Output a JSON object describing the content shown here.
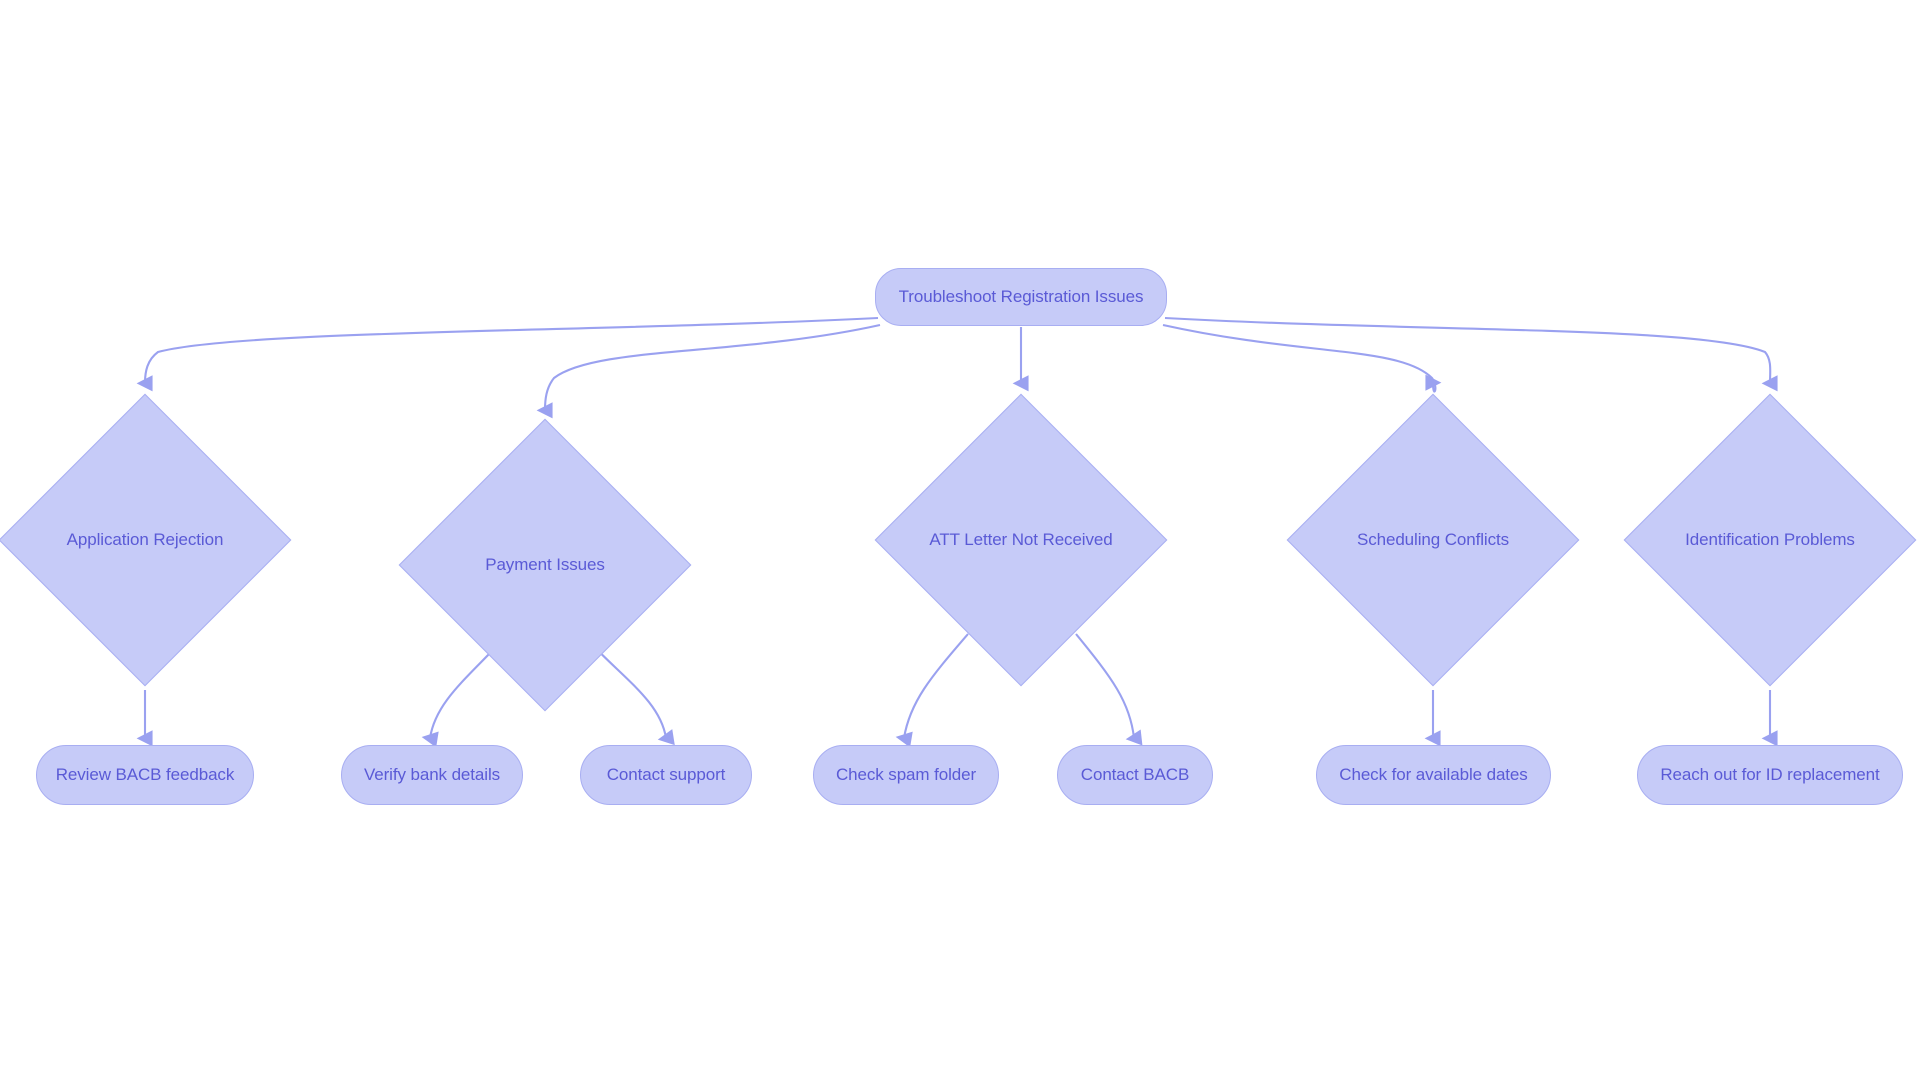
{
  "diagram": {
    "title": "Troubleshoot Registration Issues",
    "type": "flowchart",
    "orientation": "top-down",
    "colors": {
      "node_fill": "#c6cbf8",
      "node_stroke": "#a8aef2",
      "node_text": "#5a5ad6",
      "edge_stroke": "#9aa1f0",
      "background": "#ffffff"
    }
  },
  "root": {
    "id": "root",
    "label": "Troubleshoot Registration Issues",
    "shape": "rounded-rect"
  },
  "branches": [
    {
      "id": "application-rejection",
      "label": "Application Rejection",
      "shape": "diamond",
      "children": [
        {
          "id": "review-bacb-feedback",
          "label": "Review BACB feedback",
          "shape": "rounded-rect"
        }
      ]
    },
    {
      "id": "payment-issues",
      "label": "Payment Issues",
      "shape": "diamond",
      "children": [
        {
          "id": "verify-bank-details",
          "label": "Verify bank details",
          "shape": "rounded-rect"
        },
        {
          "id": "contact-support",
          "label": "Contact support",
          "shape": "rounded-rect"
        }
      ]
    },
    {
      "id": "att-letter-not-received",
      "label": "ATT Letter Not Received",
      "shape": "diamond",
      "children": [
        {
          "id": "check-spam-folder",
          "label": "Check spam folder",
          "shape": "rounded-rect"
        },
        {
          "id": "contact-bacb",
          "label": "Contact BACB",
          "shape": "rounded-rect"
        }
      ]
    },
    {
      "id": "scheduling-conflicts",
      "label": "Scheduling Conflicts",
      "shape": "diamond",
      "children": [
        {
          "id": "check-for-available-dates",
          "label": "Check for available dates",
          "shape": "rounded-rect"
        }
      ]
    },
    {
      "id": "identification-problems",
      "label": "Identification Problems",
      "shape": "diamond",
      "children": [
        {
          "id": "reach-out-for-id-replacement",
          "label": "Reach out for ID replacement",
          "shape": "rounded-rect"
        }
      ]
    }
  ]
}
